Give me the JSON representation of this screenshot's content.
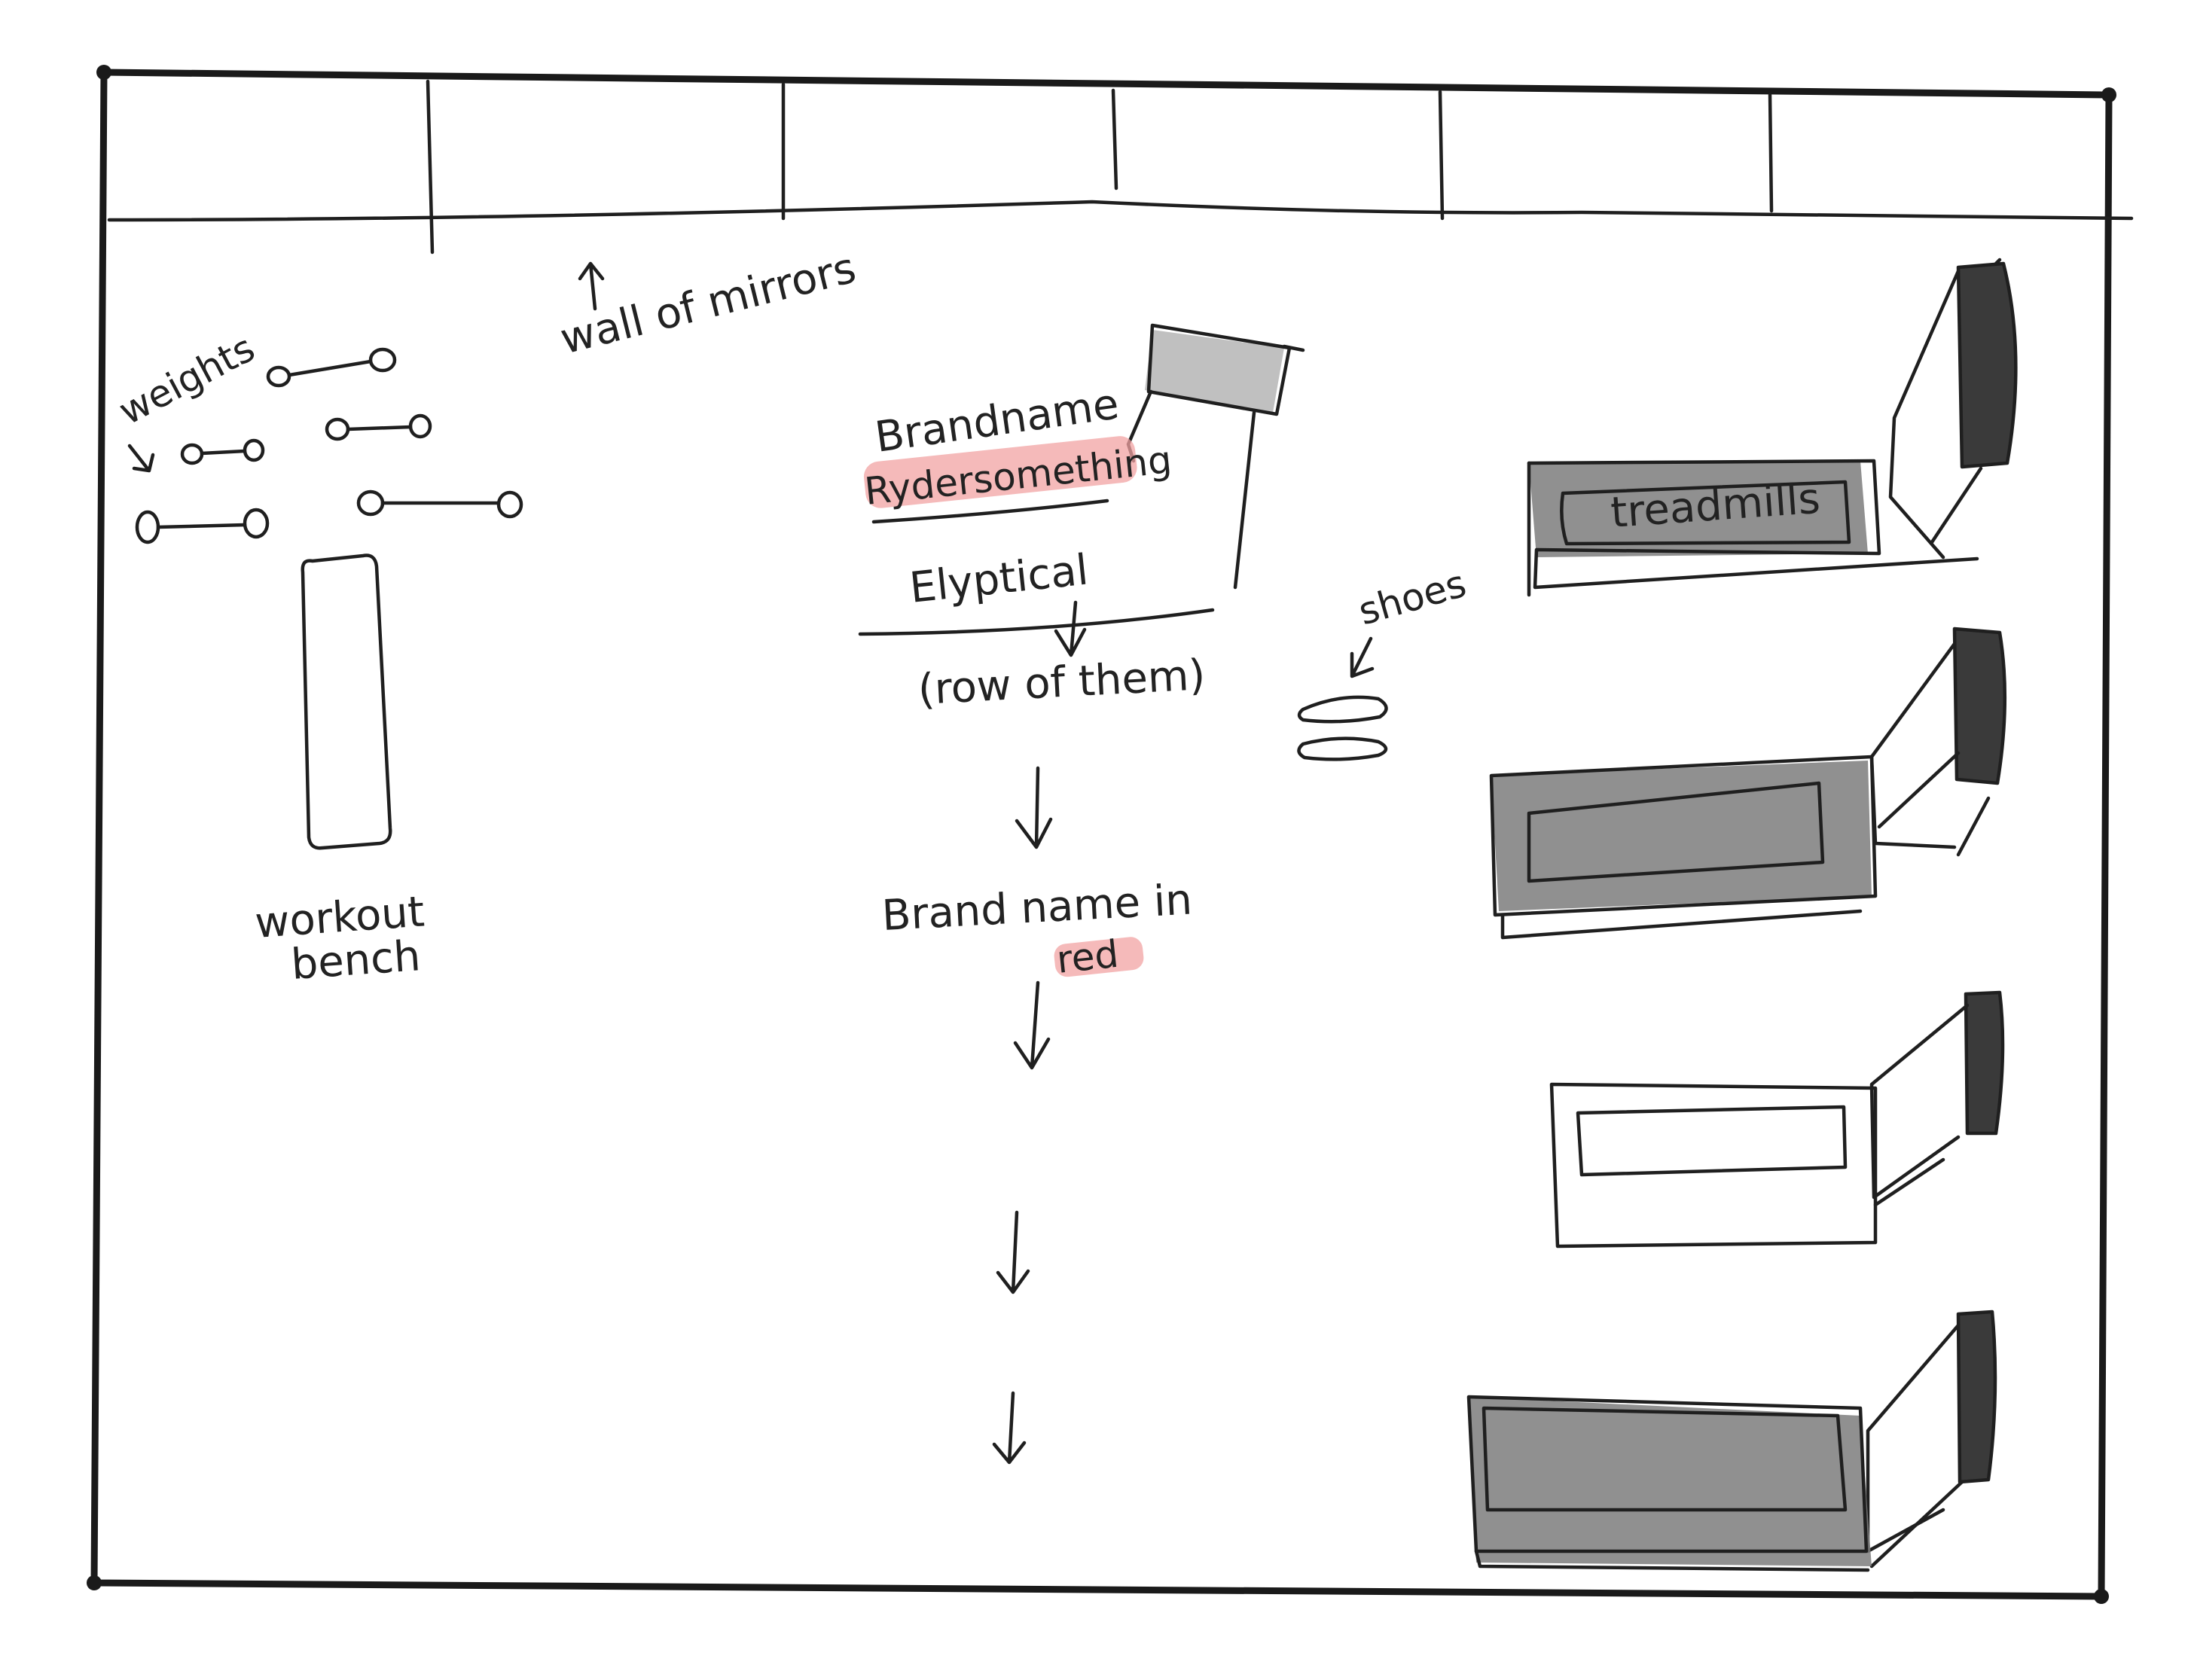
{
  "colors": {
    "ink": "#1f1f1f",
    "highlight": "#f2a3a3",
    "shading": "#7d7d7d"
  },
  "labels": {
    "wall": "wall of mirrors",
    "weights": "weights",
    "bench_line1": "workout",
    "bench_line2": "bench",
    "brand_title": "Brandname",
    "brand_value": "Rydersomething",
    "elliptical": "Elyptical",
    "row_note": "(row of them)",
    "brand_note_line1": "Brand name in",
    "brand_note_line2": "red",
    "shoes": "shoes",
    "treadmills": "treadmills"
  }
}
